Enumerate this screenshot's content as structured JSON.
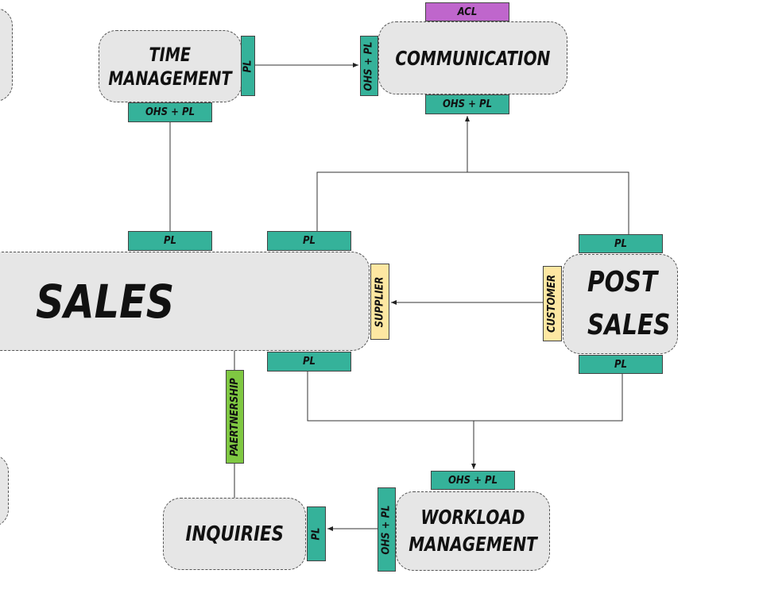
{
  "contexts": {
    "sales": "SALES",
    "time_management": [
      "TIME",
      "MANAGEMENT"
    ],
    "communication": "COMMUNICATION",
    "post_sales": [
      "POST",
      "SALES"
    ],
    "inquiries": "INQUIRIES",
    "workload_management": [
      "WORKLOAD",
      "MANAGEMENT"
    ]
  },
  "tags": {
    "acl": "ACL",
    "tm_right": "PL",
    "tm_bottom": "OHS + PL",
    "comm_left": "OHS + PL",
    "comm_bottom": "OHS + PL",
    "sales_top1": "PL",
    "sales_top2": "PL",
    "sales_supplier": "SUPPLIER",
    "sales_bottom": "PL",
    "sales_partnership": "PAERTNERSHIP",
    "post_top": "PL",
    "post_customer": "CUSTOMER",
    "post_bottom": "PL",
    "wl_top": "OHS + PL",
    "wl_left": "OHS + PL",
    "inq_right": "PL"
  },
  "colors": {
    "teal": "#35b29a",
    "purple": "#bf66cc",
    "yellow": "#fde7a2",
    "green": "#7fc842",
    "box": "#e6e6e6"
  }
}
